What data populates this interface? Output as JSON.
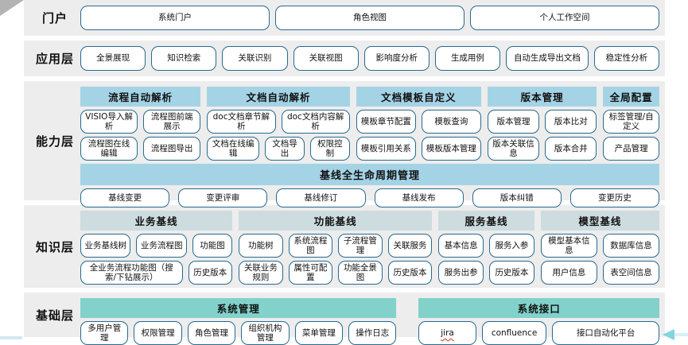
{
  "colors": {
    "band_bg": "#EDEDED",
    "header_blue": "#A4D3E6",
    "header_pale": "#CDDCDF",
    "header_teal": "#82D1CB",
    "button_border": "#266A8E",
    "jira_underline": "#E03A3A"
  },
  "layers": {
    "portal": {
      "label": "门户",
      "buttons": [
        "系统门户",
        "角色视图",
        "个人工作空间"
      ]
    },
    "application": {
      "label": "应用层",
      "buttons": [
        "全景展现",
        "知识检索",
        "关联识别",
        "关联视图",
        "影响度分析",
        "生成用例",
        "自动生成导出文档",
        "稳定性分析"
      ]
    },
    "capability": {
      "label": "能力层",
      "groups": [
        {
          "title": "流程自动解析",
          "rows": [
            [
              "VISIO导入解析",
              "流程图前端展示"
            ],
            [
              "流程图在线编辑",
              "流程图导出"
            ]
          ]
        },
        {
          "title": "文档自动解析",
          "rows": [
            [
              "doc文档章节解析",
              "doc文档内容解析"
            ],
            [
              "文档在线编辑",
              "文档导出",
              "权限控制"
            ]
          ]
        },
        {
          "title": "文档模板自定义",
          "rows": [
            [
              "模板章节配置",
              "模板查询"
            ],
            [
              "模板引用关系",
              "模板版本管理"
            ]
          ]
        },
        {
          "title": "版本管理",
          "rows": [
            [
              "版本管理",
              "版本比对"
            ],
            [
              "版本关联信息",
              "版本合并"
            ]
          ]
        },
        {
          "title": "全局配置",
          "rows": [
            [
              "标签管理/自定义"
            ],
            [
              "产品管理"
            ]
          ]
        }
      ],
      "baseline": {
        "title": "基线全生命周期管理",
        "buttons": [
          "基线变更",
          "变更评审",
          "基线修订",
          "基线发布",
          "版本纠错",
          "变更历史"
        ]
      }
    },
    "knowledge": {
      "label": "知识层",
      "groups": [
        {
          "title": "业务基线",
          "rows": [
            [
              "业务基线树",
              "业务流程图",
              "功能图"
            ],
            [
              "全业务流程功能图（搜索/下钻展示）",
              "历史版本"
            ]
          ]
        },
        {
          "title": "功能基线",
          "rows": [
            [
              "功能树",
              "系统流程图",
              "子流程管理",
              "关联服务"
            ],
            [
              "关联业务规则",
              "属性可配置",
              "功能全景图",
              "历史版本"
            ]
          ]
        },
        {
          "title": "服务基线",
          "rows": [
            [
              "基本信息",
              "服务入参"
            ],
            [
              "服务出参",
              "历史版本"
            ]
          ]
        },
        {
          "title": "模型基线",
          "rows": [
            [
              "模型基本信息",
              "数据库信息"
            ],
            [
              "用户信息",
              "表空间信息"
            ]
          ]
        }
      ]
    },
    "foundation": {
      "label": "基础层",
      "groups": [
        {
          "title": "系统管理",
          "buttons": [
            "多用户管理",
            "权限管理",
            "角色管理",
            "组织机构管理",
            "菜单管理",
            "操作日志"
          ]
        },
        {
          "title": "系统接口",
          "buttons": [
            "jira",
            "confluence",
            "接口自动化平台"
          ]
        }
      ]
    }
  }
}
